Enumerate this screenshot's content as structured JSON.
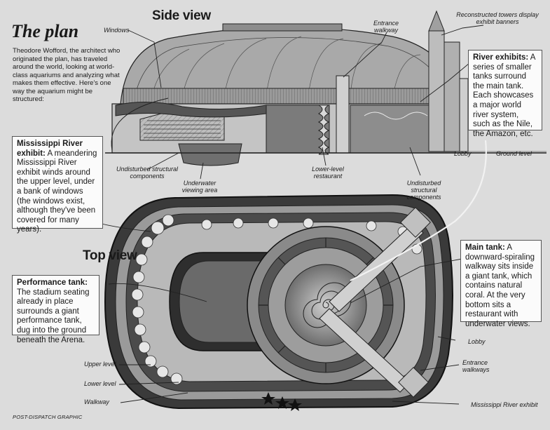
{
  "header": {
    "title": "The plan",
    "intro": "Theodore Wofford, the architect who originated the plan, has traveled around the world, looking at world-class aquariums and analyzing what makes them effective. Here's one way the aquarium might be structured:"
  },
  "side_view": {
    "title": "Side view",
    "labels": {
      "windows": "Windows",
      "entrance_walkway": "Entrance walkway",
      "towers": "Reconstructed towers display exhibit banners",
      "lobby": "Lobby",
      "ground_level": "Ground level",
      "structural_left": "Undisturbed structural components",
      "underwater_viewing": "Underwater viewing area",
      "lower_restaurant": "Lower-level restaurant",
      "structural_right": "Undisturbed structural components"
    }
  },
  "top_view": {
    "title": "Top view",
    "labels": {
      "lobby": "Lobby",
      "entrance_walkways": "Entrance walkways",
      "upper_level": "Upper level",
      "lower_level": "Lower level",
      "walkway": "Walkway",
      "mississippi_exhibit": "Mississippi River exhibit"
    }
  },
  "callouts": {
    "river": {
      "heading": "River exhibits:",
      "text": " A series of smaller tanks surround the main tank. Each showcases a major world river system, such as the Nile, the Amazon, etc."
    },
    "mississippi": {
      "heading": "Mississippi River exhibit:",
      "text": " A meandering Mississippi River exhibit winds around the upper level, under a bank of windows (the windows exist, although they've been covered for many years)."
    },
    "performance": {
      "heading": "Performance tank:",
      "text": " The stadium seating already in place surrounds a giant performance tank, dug into the ground beneath the Arena."
    },
    "main_tank": {
      "heading": "Main tank:",
      "text": " A downward-spiraling walkway sits inside a giant tank, which contains natural coral. At the very bottom sits a restaurant with underwater views."
    }
  },
  "credit": "POST-DISPATCH GRAPHIC",
  "colors": {
    "paper": "#dcdcdc",
    "ink": "#1a1a1a",
    "box": "#fbfbfb"
  }
}
